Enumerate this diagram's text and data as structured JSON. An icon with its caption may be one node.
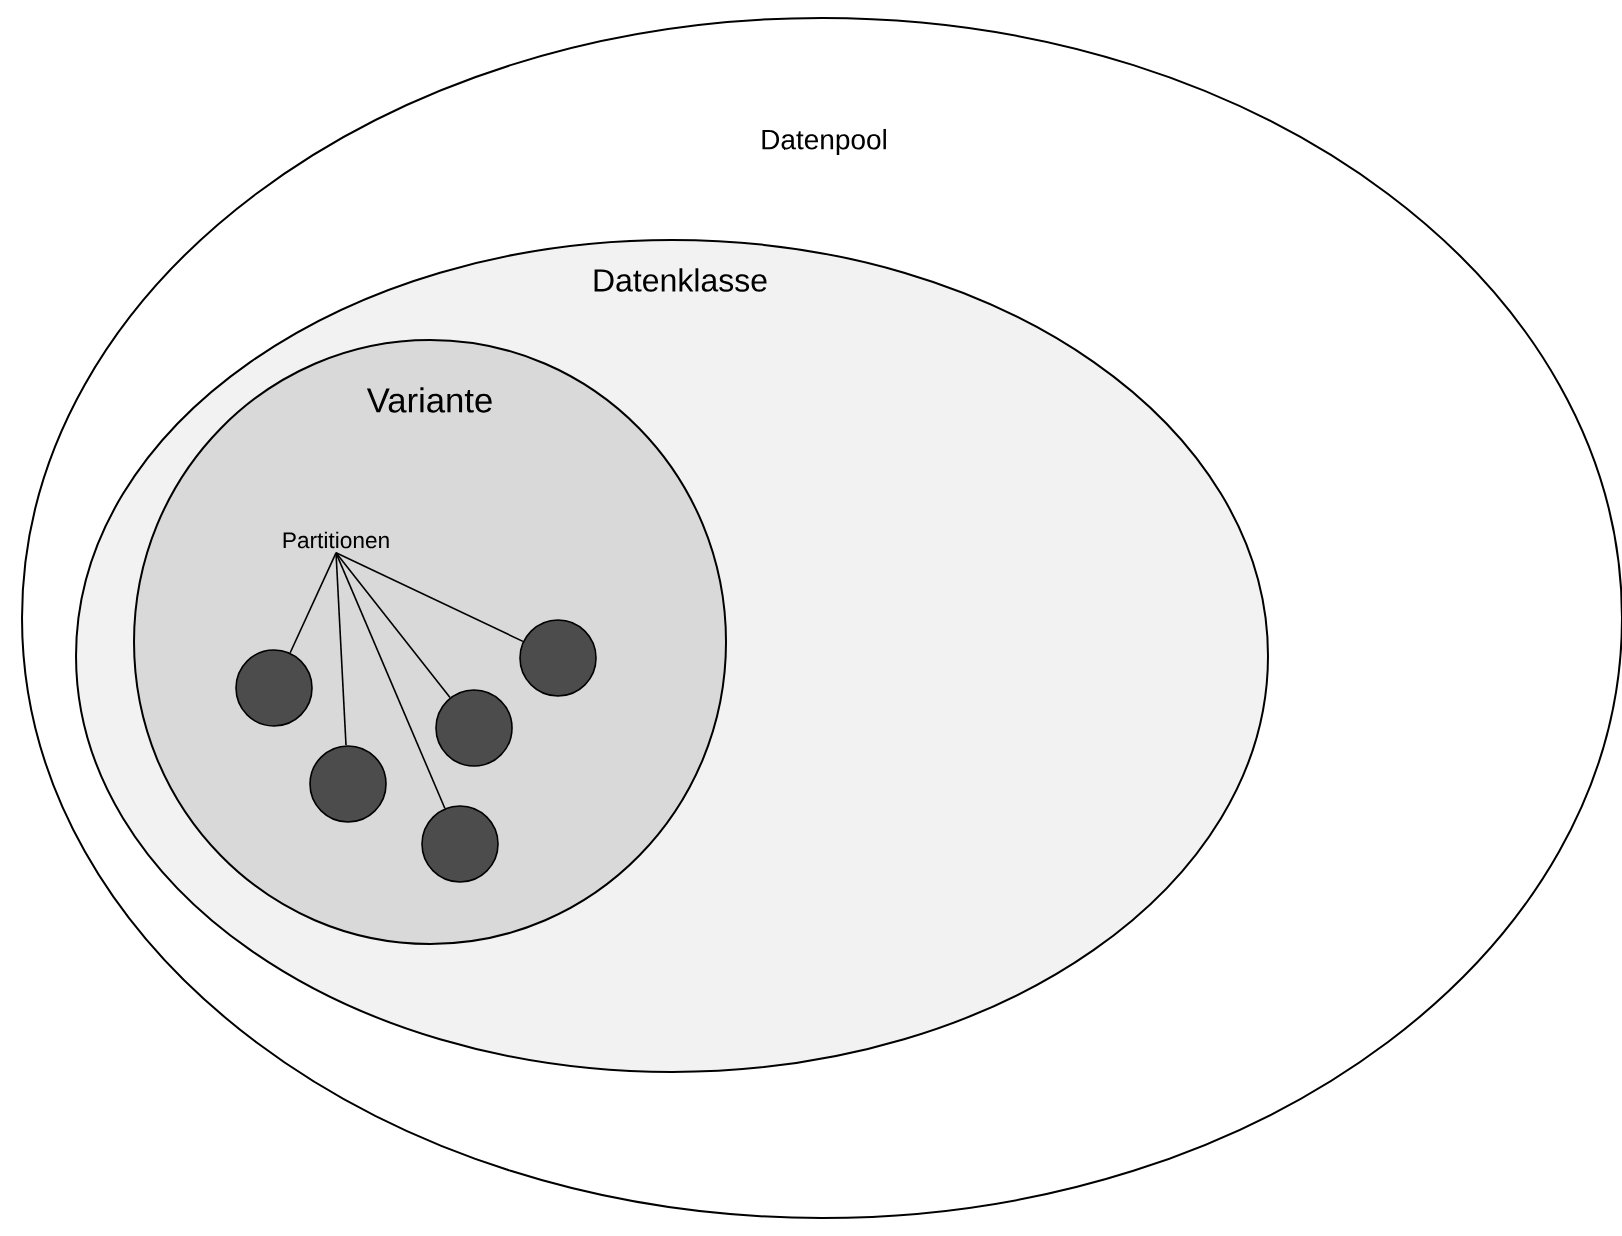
{
  "diagram": {
    "nodes": [
      {
        "text": [
          "Datenpool"
        ]
      },
      {
        "text": [
          "Datenklasse"
        ],
        "in": 0
      },
      {
        "text": [
          "Variante"
        ],
        "in": 1
      },
      {
        "text": [
          "Partitionen"
        ],
        "in": 2
      },
      {
        "text": [],
        "shape": "circle",
        "in": 2
      },
      {
        "text": [],
        "shape": "circle",
        "in": 2
      },
      {
        "text": [],
        "shape": "circle",
        "in": 2
      },
      {
        "text": [],
        "shape": "circle",
        "in": 2
      },
      {
        "text": [],
        "shape": "circle",
        "in": 2
      }
    ],
    "edges": [
      {
        "from": 3,
        "to": 4,
        "arrow": "none"
      },
      {
        "from": 3,
        "to": 5,
        "arrow": "none"
      },
      {
        "from": 3,
        "to": 6,
        "arrow": "none"
      },
      {
        "from": 3,
        "to": 7,
        "arrow": "none"
      },
      {
        "from": 3,
        "to": 8,
        "arrow": "none"
      }
    ]
  }
}
